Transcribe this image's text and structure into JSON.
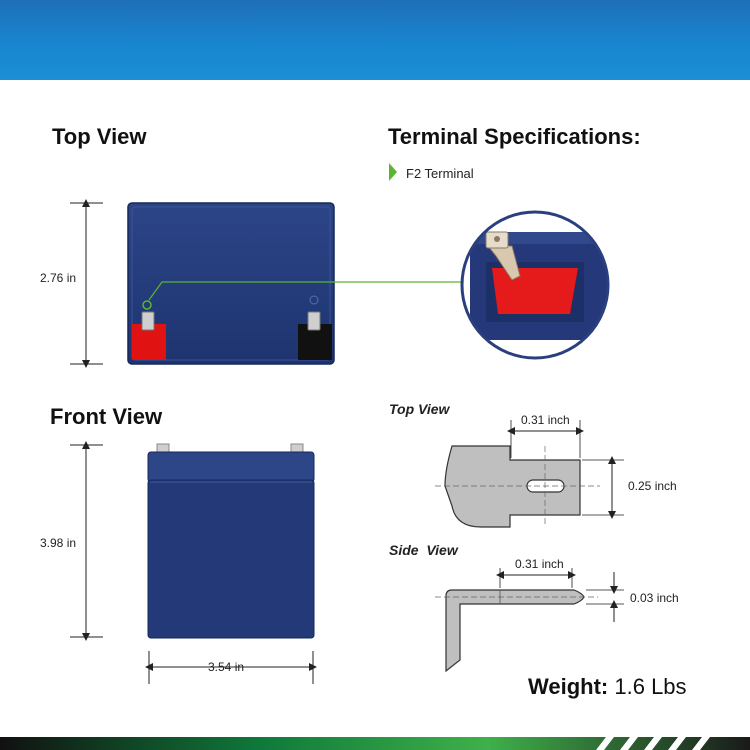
{
  "sections": {
    "top_view": "Top View",
    "front_view": "Front View",
    "terminal_specs": "Terminal Specifications:"
  },
  "terminal_type": "F2 Terminal",
  "dimensions": {
    "top_depth": "2.76 in",
    "front_height": "3.98 in",
    "front_width": "3.54 in"
  },
  "terminal_detail": {
    "top_view_title": "Top View",
    "side_view_title": "Side  View",
    "top_width": "0.31 inch",
    "top_height": "0.25 inch",
    "side_width": "0.31 inch",
    "side_thickness": "0.03 inch"
  },
  "weight": {
    "label": "Weight:",
    "value": "1.6 Lbs"
  },
  "colors": {
    "header_blue": "#1a86cf",
    "battery_blue": "#243a78",
    "positive_red": "#e01212",
    "negative_black": "#111111",
    "accent_green": "#5ab52f"
  }
}
